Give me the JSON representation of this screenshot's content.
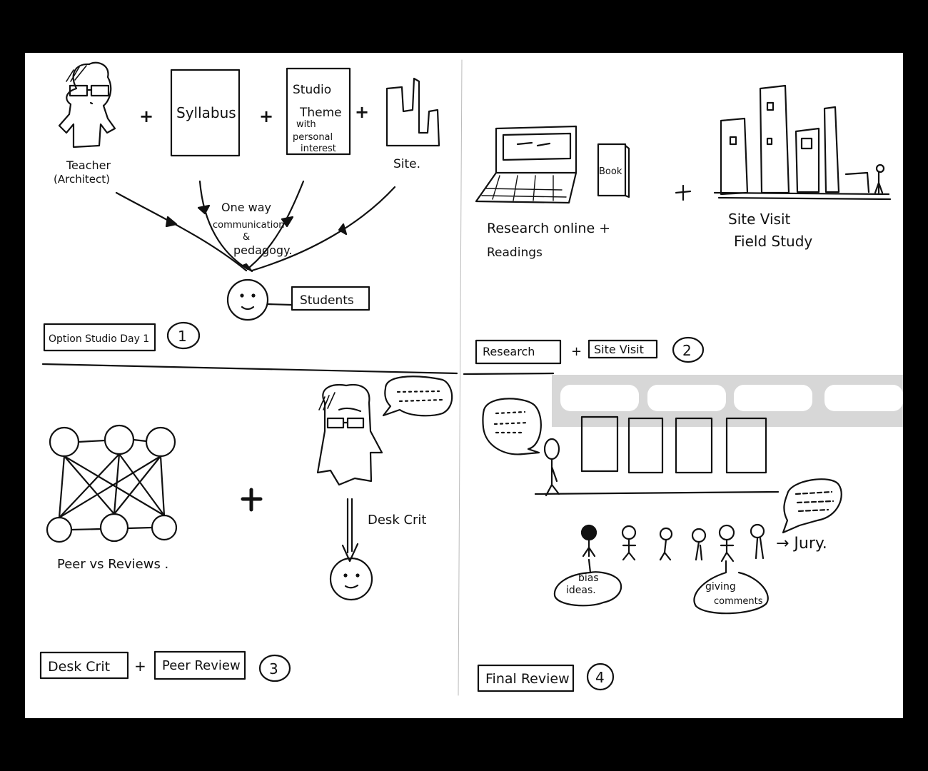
{
  "panel1": {
    "teacher_line1": "Teacher",
    "teacher_line2": "(Architect)",
    "syllabus": "Syllabus",
    "studio_l1": "Studio",
    "studio_l2": "Theme",
    "studio_l3": "with",
    "studio_l4": "personal",
    "studio_l5": "interest",
    "site": "Site.",
    "plus": "+",
    "comm_l1": "One way",
    "comm_l2": "communication",
    "comm_l3": "&",
    "comm_l4": "pedagogy.",
    "students": "Students",
    "caption": "Option Studio Day 1",
    "number": "1"
  },
  "panel2": {
    "book": "Book",
    "research_l1": "Research online +",
    "research_l2": "Readings",
    "plus": "+",
    "site_l1": "Site Visit",
    "site_l2": "Field Study",
    "caption_a": "Research",
    "caption_plus": "+",
    "caption_b": "Site Visit",
    "number": "2"
  },
  "panel3": {
    "peer": "Peer vs Reviews .",
    "desk_crit": "Desk Crit",
    "caption_a": "Desk Crit",
    "caption_plus": "+",
    "caption_b": "Peer Review",
    "number": "3"
  },
  "panel4": {
    "jury": "→ Jury.",
    "bias_l1": "bias",
    "bias_l2": "ideas.",
    "giving_l1": "giving",
    "giving_l2": "comments",
    "caption": "Final Review",
    "number": "4"
  }
}
